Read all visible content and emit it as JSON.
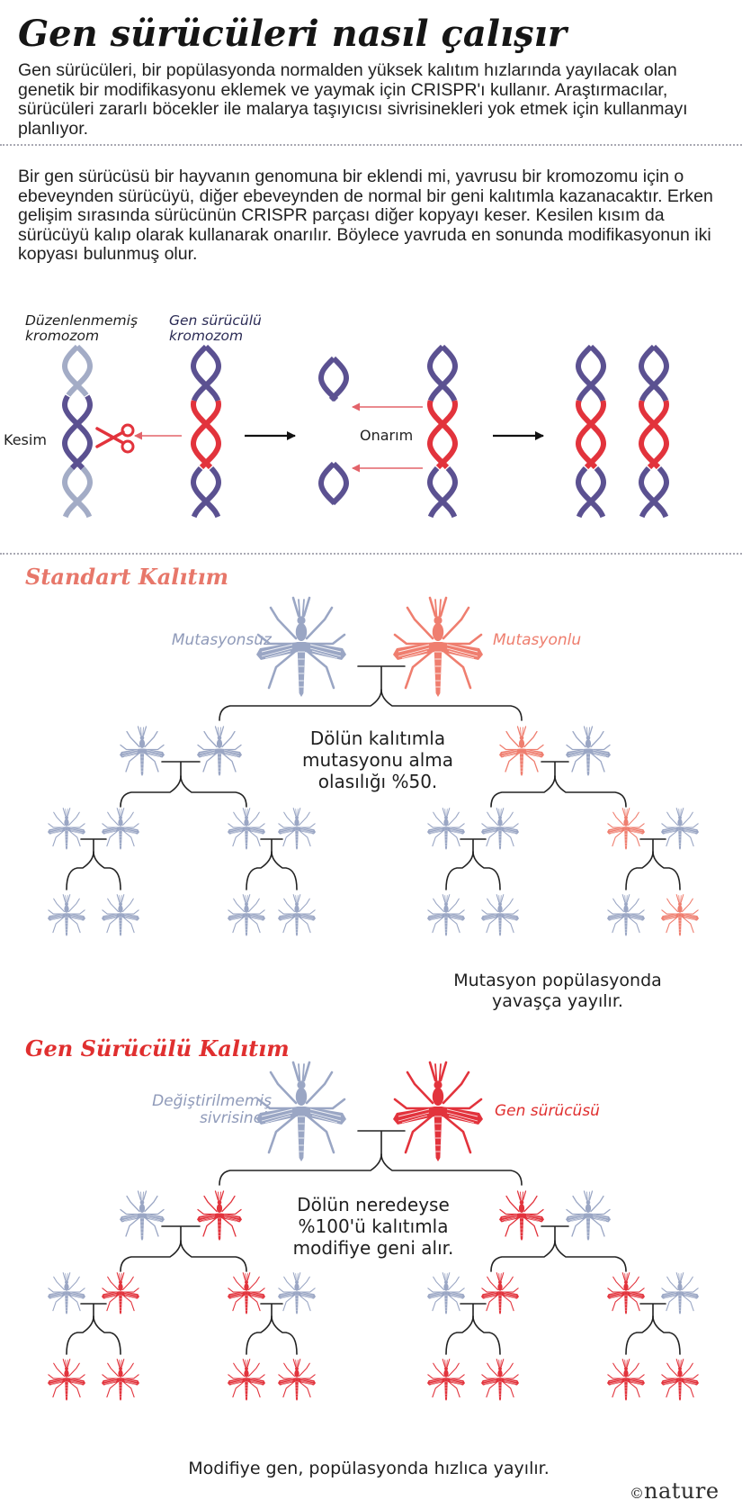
{
  "header": {
    "title": "Gen sürücüleri nasıl çalışır",
    "intro": "Gen sürücüleri, bir popülasyonda normalden yüksek kalıtım hızlarında yayılacak olan genetik bir modifikasyonu eklemek ve yaymak için CRISPR'ı kullanır. Araştırmacılar, sürücüleri zararlı böcekler ile malarya taşıyıcısı sivrisinekleri yok etmek için kullanmayı planlıyor."
  },
  "mechanism": {
    "text": "Bir gen sürücüsü bir hayvanın genomuna bir eklendi mi, yavrusu bir kromozomu için o ebeveynden sürücüyü, diğer ebeveynden de normal bir geni kalıtımla kazanacaktır. Erken gelişim sırasında sürücünün CRISPR parçası diğer kopyayı keser. Kesilen kısım da sürücüyü kalıp olarak kullanarak onarılır. Böylece yavruda en sonunda modifikasyonun iki kopyası bulunmuş olur.",
    "label_unedited": "Düzenlenmemiş kromozom",
    "label_drive": "Gen sürücülü kromozom",
    "label_cut": "Kesim",
    "label_repair": "Onarım"
  },
  "standard": {
    "title": "Standart Kalıtım",
    "label_wild": "Mutasyonsuz",
    "label_mutant": "Mutasyonlu",
    "center_text": "Dölün kalıtımla mutasyonu alma olasılığı %50.",
    "footer_text": "Mutasyon popülasyonda yavaşça yayılır."
  },
  "gene_drive": {
    "title": "Gen Sürücülü Kalıtım",
    "label_wild": "Değiştirilmemiş sivrisinek",
    "label_drive": "Gen sürücüsü",
    "center_text": "Dölün neredeyse %100'ü kalıtımla modifiye geni alır.",
    "footer_text": "Modifiye gen, popülasyonda hızlıca yayılır."
  },
  "credit": {
    "symbol": "©",
    "brand": "nature"
  },
  "colors": {
    "blue_strand": "#5b5191",
    "pale_blue": "#a3acc6",
    "mosquito_blue": "#9aa6c4",
    "mosquito_salmon": "#ef7e6f",
    "mosquito_red": "#e2333c",
    "title_salmon": "#e7776a",
    "title_red": "#e02f2f",
    "label_blue": "#8f9ab9"
  }
}
